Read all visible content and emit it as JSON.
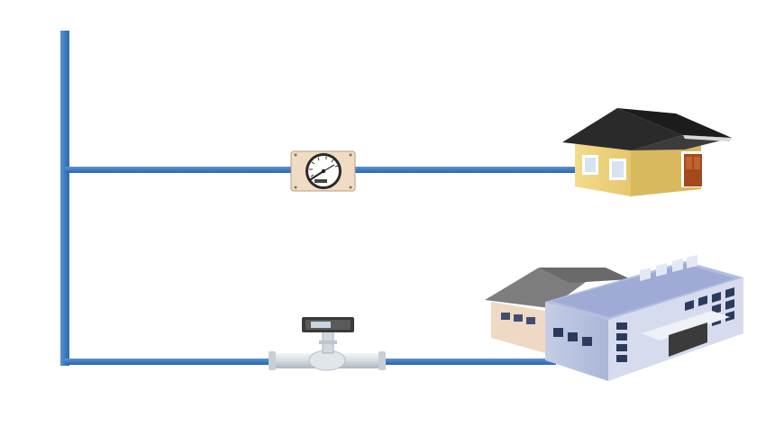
{
  "diagram": {
    "pipe_color": "#3f7cc0",
    "nodes": [
      {
        "id": "pressure-gauge",
        "icon": "pressure-gauge-icon"
      },
      {
        "id": "flow-meter",
        "icon": "flow-meter-icon"
      },
      {
        "id": "house",
        "icon": "house-icon"
      },
      {
        "id": "factory",
        "icon": "factory-icon"
      }
    ],
    "connections": [
      {
        "from": "main-line",
        "to": "pressure-gauge"
      },
      {
        "from": "pressure-gauge",
        "to": "house"
      },
      {
        "from": "main-line",
        "to": "flow-meter"
      },
      {
        "from": "flow-meter",
        "to": "factory"
      }
    ]
  }
}
